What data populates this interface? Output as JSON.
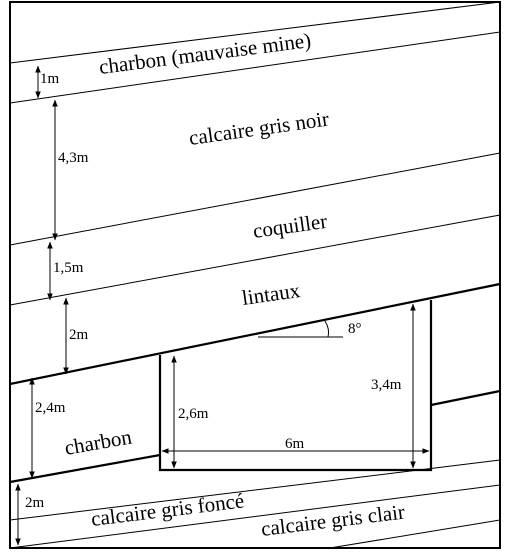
{
  "layers": {
    "bad_coal": "charbon (mauvaise mine)",
    "grey_black_limestone": "calcaire gris noir",
    "shell_layer": "coquiller",
    "lintel_layer": "lintaux",
    "coal": "charbon",
    "dark_grey_limestone": "calcaire gris foncé",
    "light_grey_limestone": "calcaire gris clair"
  },
  "dimensions": {
    "bad_coal_thickness": "1m",
    "grey_black_limestone_thickness": "4,3m",
    "shell_layer_thickness": "1,5m",
    "lintel_thickness": "2m",
    "coal_thickness": "2,4m",
    "dark_grey_limestone_thickness": "2m",
    "gallery_left_height": "2,6m",
    "gallery_right_height": "3,4m",
    "gallery_width": "6m",
    "dip_angle": "8°"
  }
}
